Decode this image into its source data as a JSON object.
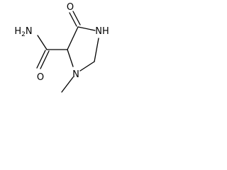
{
  "structure": {
    "atoms": {
      "amide_nitrogen": "H2N",
      "amide_oxygen": "O",
      "ring_carbonyl_oxygen": "O",
      "ring_nh": "NH",
      "ring_n_methyl": "N"
    }
  }
}
